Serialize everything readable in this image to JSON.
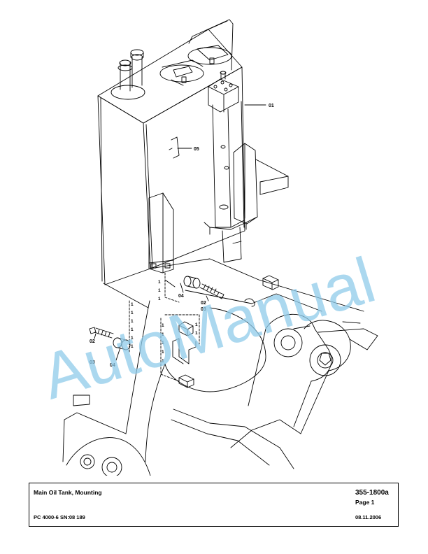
{
  "drawing": {
    "callouts": {
      "c01": "01",
      "c05": "05",
      "c04a": "04",
      "c02a": "02",
      "c03a": "03",
      "c02b": "02",
      "c03b": "03",
      "c04b": "04",
      "one": "1"
    },
    "watermark": "AutoManual",
    "watermark_color": "#8fcbea"
  },
  "title_block": {
    "title": "Main Oil Tank, Mounting",
    "doc_number": "355-1800a",
    "page": "Page 1",
    "model": "PC 4000-6  SN:08 189",
    "date": "08.11.2006"
  }
}
